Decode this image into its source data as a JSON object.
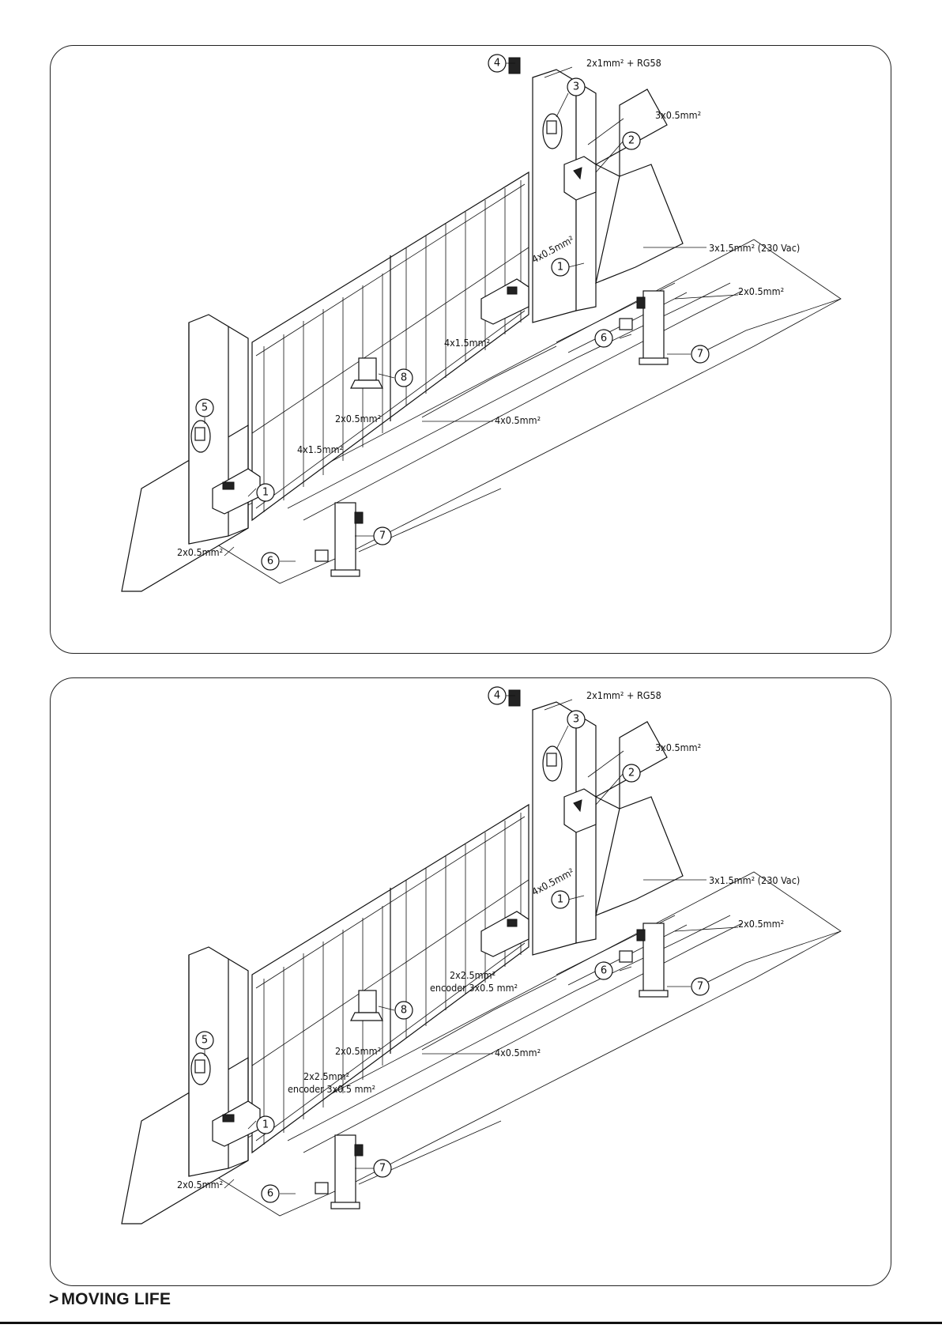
{
  "brand": {
    "logo_text": "MOVING LIFE",
    "logo_arrow": ">"
  },
  "diagrams": [
    {
      "id": "top",
      "callouts": [
        "1",
        "1",
        "2",
        "3",
        "4",
        "5",
        "6",
        "6",
        "7",
        "7",
        "8"
      ],
      "labels": {
        "antenna_cable": "2x1mm² + RG58",
        "photocell_cable": "3x0.5mm²",
        "power_cable": "3x1.5mm² (230 Vac)",
        "right_column_cable": "2x0.5mm²",
        "flash_cable": "4x0.5mm²",
        "motor_right_cable": "4x1.5mm²",
        "photocell_gate_cable": "2x0.5mm²",
        "ground_cable": "4x0.5mm²",
        "motor_left_cable": "4x1.5mm²",
        "left_column_cable": "2x0.5mm²"
      }
    },
    {
      "id": "bottom",
      "callouts": [
        "1",
        "1",
        "2",
        "3",
        "4",
        "5",
        "6",
        "6",
        "7",
        "7",
        "8"
      ],
      "labels": {
        "antenna_cable": "2x1mm² + RG58",
        "photocell_cable": "3x0.5mm²",
        "power_cable": "3x1.5mm² (230 Vac)",
        "right_column_cable": "2x0.5mm²",
        "flash_cable": "4x0.5mm²",
        "motor_right_cable": "2x2.5mm²",
        "motor_right_encoder": "encoder 3x0.5 mm²",
        "photocell_gate_cable": "2x0.5mm²",
        "ground_cable": "4x0.5mm²",
        "motor_left_cable": "2x2.5mm²",
        "motor_left_encoder": "encoder 3x0.5 mm²",
        "left_column_cable": "2x0.5mm²"
      }
    }
  ]
}
